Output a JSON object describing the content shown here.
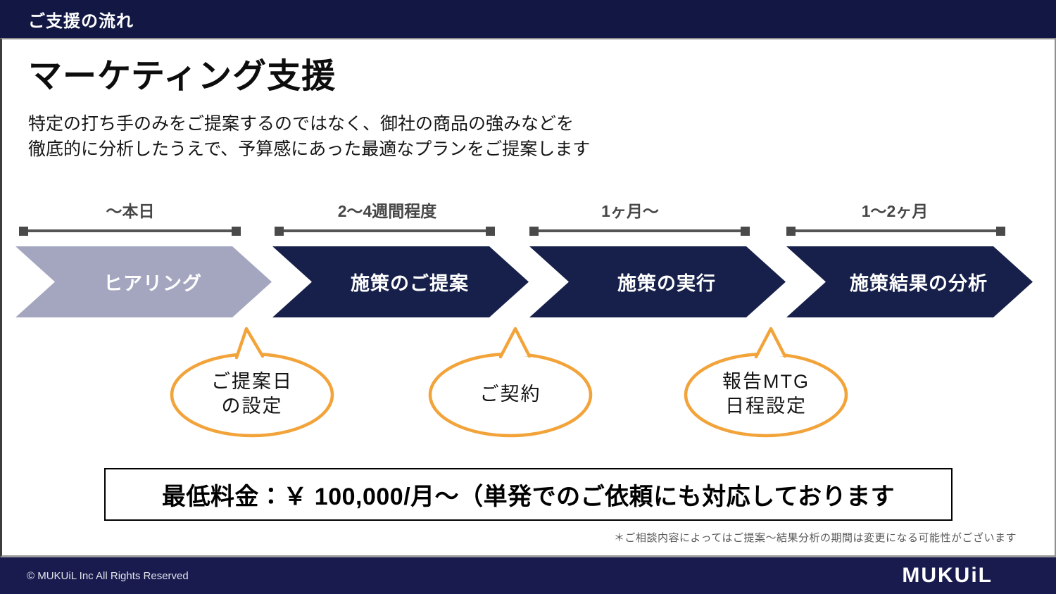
{
  "header": {
    "title": "ご支援の流れ"
  },
  "main": {
    "title": "マーケティング支援",
    "description_line1": "特定の打ち手のみをご提案するのではなく、御社の商品の強みなどを",
    "description_line2": "徹底的に分析したうえで、予算感にあった最適なプランをご提案します"
  },
  "process": {
    "steps": [
      {
        "duration": "～本日",
        "label": "ヒアリング",
        "color": "#A4A6C0"
      },
      {
        "duration": "2～4週間程度",
        "label": "施策のご提案",
        "color": "#16204A"
      },
      {
        "duration": "1ヶ月～",
        "label": "施策の実行",
        "color": "#16204A"
      },
      {
        "duration": "1～2ヶ月",
        "label": "施策結果の分析",
        "color": "#16204A"
      }
    ],
    "callouts": [
      {
        "lines": [
          "ご提案日",
          "の設定"
        ]
      },
      {
        "lines": [
          "ご契約"
        ]
      },
      {
        "lines": [
          "報告MTG",
          "日程設定"
        ]
      }
    ]
  },
  "pricing": {
    "text": "最低料金：￥ 100,000/月～（単発でのご依頼にも対応しております"
  },
  "footnote": "＊ご相談内容によってはご提案～結果分析の期間は変更になる可能性がございます",
  "footer": {
    "copyright": "© MUKUiL Inc All Rights Reserved",
    "logo": "MUKUiL"
  },
  "colors": {
    "header_navy": "#131743",
    "footer_navy": "#191B4F",
    "step_navy": "#16204A",
    "step_gray": "#A4A6C0",
    "accent_orange": "#F2A33A",
    "timeline_gray": "#545454",
    "footnote_gray": "#595959"
  }
}
